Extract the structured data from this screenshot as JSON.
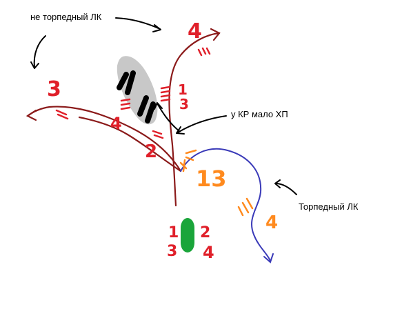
{
  "labels": {
    "not_torpedo_bb": "не торпедный ЛК",
    "cruiser_low_hp": "у КР мало ХП",
    "torpedo_bb": "Торпедный ЛК"
  },
  "numbers": {
    "top_route": "4",
    "right_of_island": "1",
    "right_of_island_b": "3",
    "left_route": "3",
    "left_route_inner": "4",
    "left_route_mid": "2",
    "orange_main": "13",
    "orange_right": "4",
    "spawn_tl": "1",
    "spawn_tr": "2",
    "spawn_bl": "3",
    "spawn_br": "4"
  },
  "colors": {
    "dark_red": "#8b1a1a",
    "red_text": "#e0202a",
    "blue": "#3a3ab8",
    "orange": "#ff8a1e",
    "green": "#1aa53a",
    "gray": "#c8c8c8",
    "black": "#000000"
  }
}
